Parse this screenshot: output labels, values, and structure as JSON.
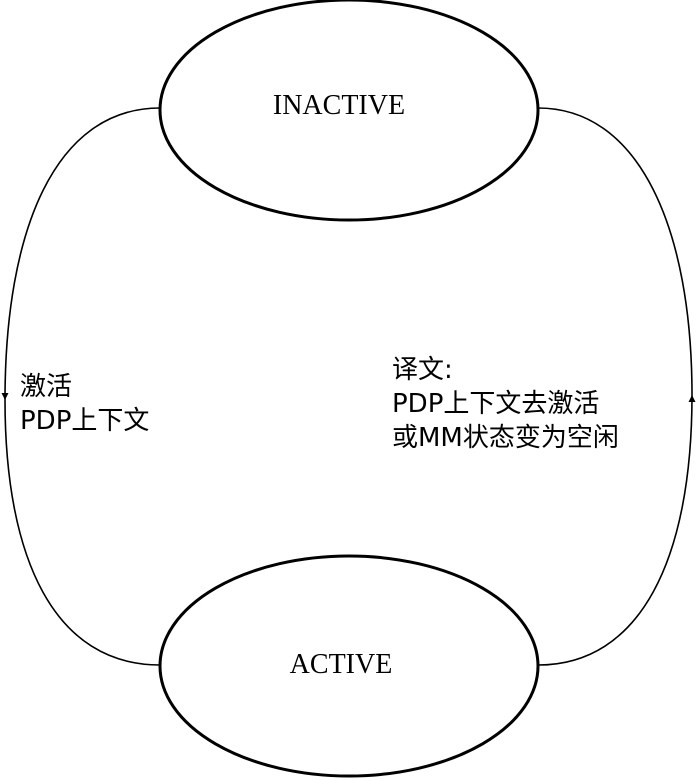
{
  "states": {
    "inactive": "INACTIVE",
    "active": "ACTIVE"
  },
  "transitions": {
    "activate": {
      "line1": "激活",
      "line2": "PDP上下文"
    },
    "deactivate": {
      "line1": "译文:",
      "line2": "PDP上下文去激活",
      "line3": "或MM状态变为空闲"
    }
  },
  "colors": {
    "stroke": "#000000",
    "background": "#ffffff"
  }
}
